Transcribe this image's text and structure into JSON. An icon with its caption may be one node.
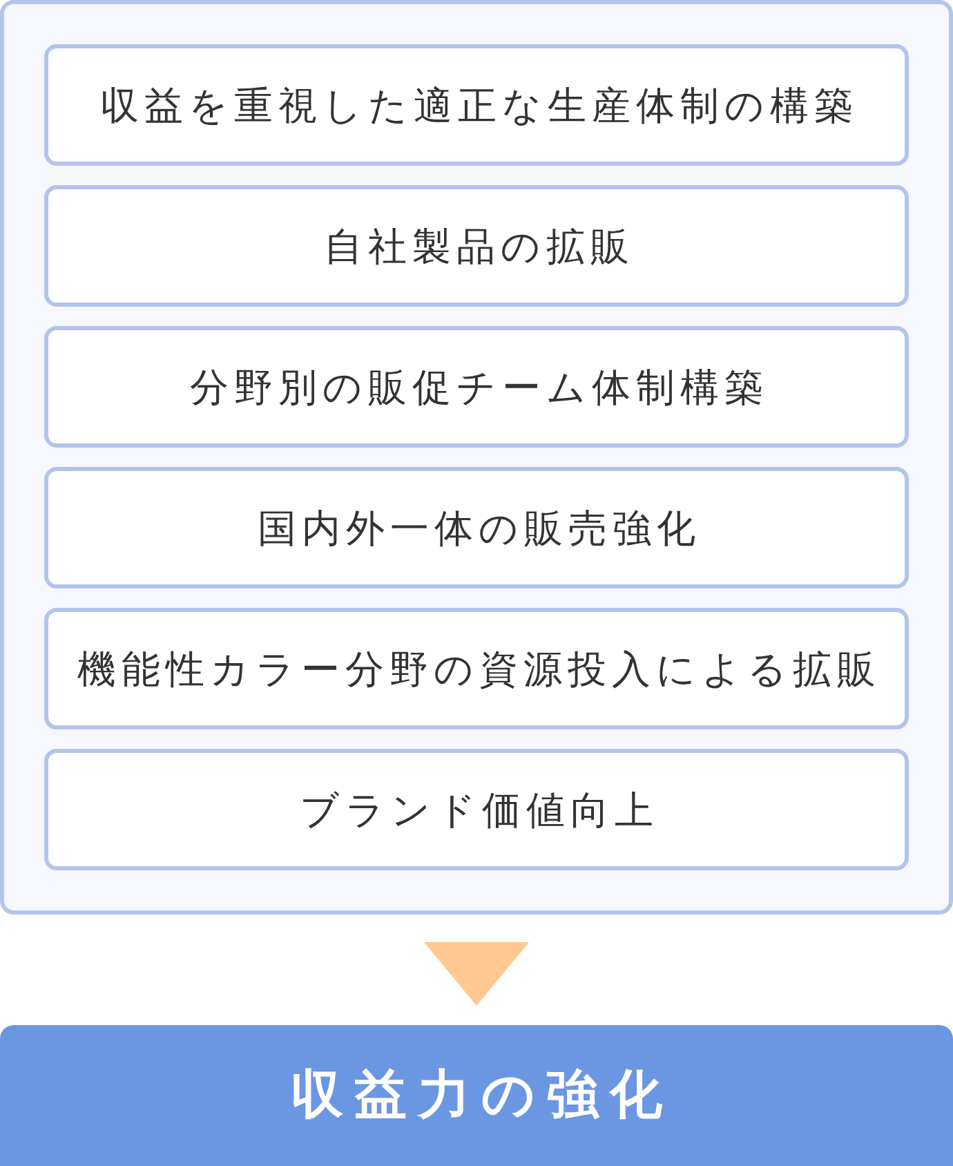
{
  "diagram": {
    "nodes": [
      {
        "text": [],
        "shape": "box"
      },
      {
        "text": [
          "収益を重視した適正な生産体制の構築"
        ],
        "in": 0
      },
      {
        "text": [
          "自社製品の拡販"
        ],
        "in": 0
      },
      {
        "text": [
          "分野別の販促チーム体制構築"
        ],
        "in": 0
      },
      {
        "text": [
          "国内外一体の販売強化"
        ],
        "in": 0
      },
      {
        "text": [
          "機能性カラー分野の資源投入による拡販"
        ],
        "in": 0
      },
      {
        "text": [
          "ブランド価値向上"
        ],
        "in": 0
      },
      {
        "text": [
          "収益力の強化"
        ]
      }
    ],
    "edges": [
      {
        "from": 0,
        "to": 7,
        "arrow": "to"
      }
    ]
  }
}
